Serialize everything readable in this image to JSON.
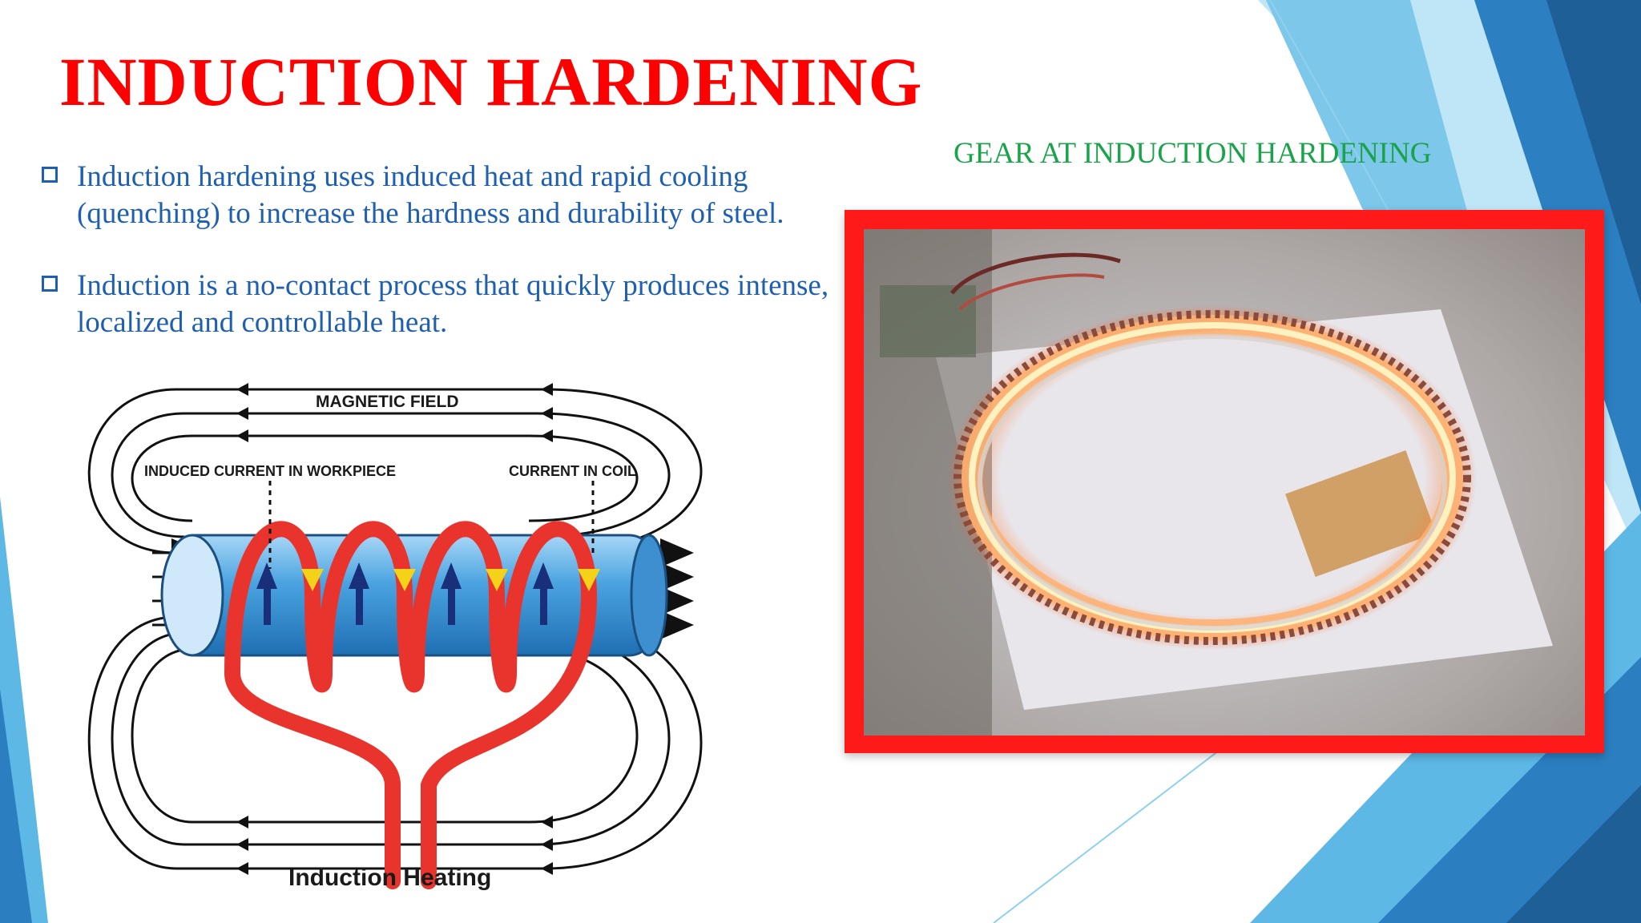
{
  "slide": {
    "title": "INDUCTION HARDENING",
    "bullets": [
      {
        "text": "Induction hardening uses induced heat and rapid cooling (quenching) to increase the hardness and durability of steel."
      },
      {
        "text": "Induction is a no-contact process that quickly produces intense, localized and controllable heat."
      }
    ],
    "gear_caption": "GEAR AT INDUCTION HARDENING"
  },
  "diagram": {
    "magnetic_field_label": "MAGNETIC FIELD",
    "induced_current_label": "INDUCED CURRENT IN WORKPIECE",
    "coil_current_label": "CURRENT IN COIL",
    "caption": "Induction Heating"
  },
  "colors": {
    "title": "#ff0000",
    "bullet_text": "#1f5fb0",
    "caption": "#1aa34a",
    "photo_frame": "#ff1a1a",
    "coil": "#e8342d",
    "workpiece": "#4aa3e0"
  },
  "icons": {
    "bullet_marker": "checkbox-outline-icon"
  }
}
